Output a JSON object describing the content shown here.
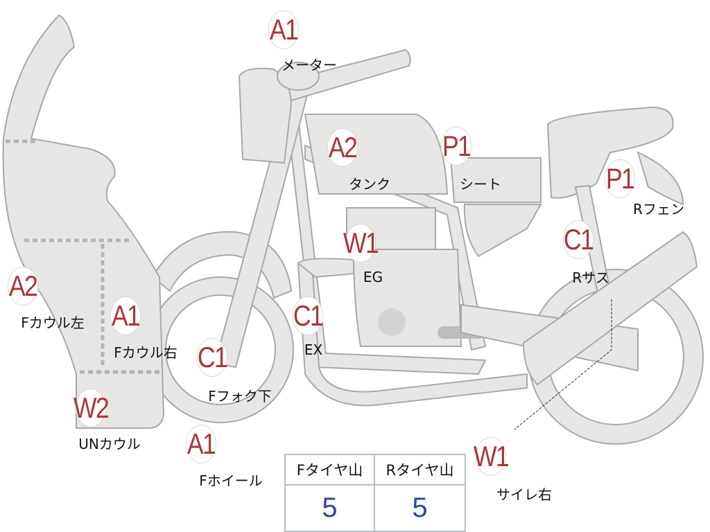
{
  "markers": [
    {
      "code": "A1",
      "label": "メーター"
    },
    {
      "code": "A2",
      "label": "タンク"
    },
    {
      "code": "P1",
      "label": "シート"
    },
    {
      "code": "P1",
      "label": "Rフェン"
    },
    {
      "code": "W1",
      "label": "EG"
    },
    {
      "code": "C1",
      "label": "Rサス"
    },
    {
      "code": "A2",
      "label": "Fカウル左"
    },
    {
      "code": "A1",
      "label": "Fカウル右"
    },
    {
      "code": "C1",
      "label": "Fフォク下"
    },
    {
      "code": "C1",
      "label": "EX"
    },
    {
      "code": "W2",
      "label": "UNカウル"
    },
    {
      "code": "A1",
      "label": "Fホイール"
    },
    {
      "code": "W1",
      "label": "サイレ右"
    }
  ],
  "tire_table": {
    "headers": [
      "Fタイヤ山",
      "Rタイヤ山"
    ],
    "values": [
      "5",
      "5"
    ]
  },
  "colors": {
    "marker_text": "#a9373a",
    "value_text": "#2c4a9a",
    "body_fill": "#e6e6e4"
  }
}
